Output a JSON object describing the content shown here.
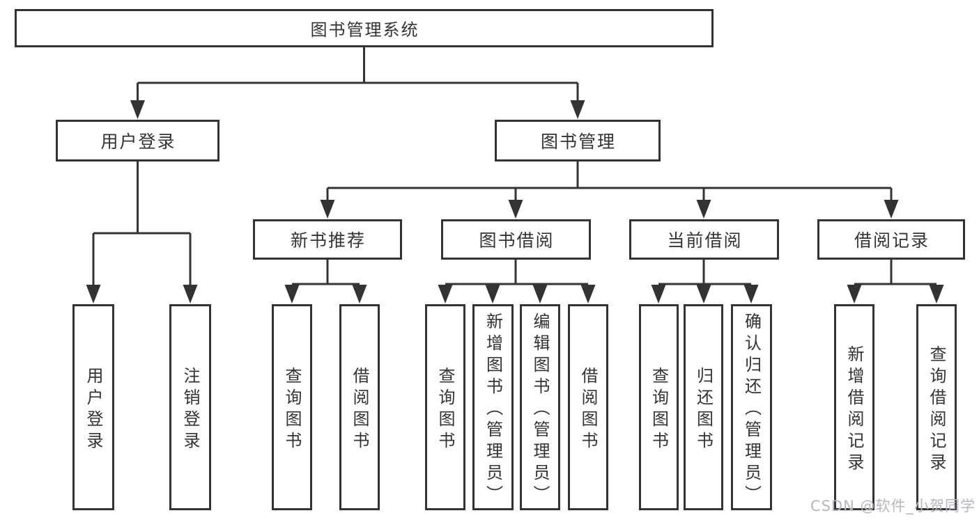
{
  "colors": {
    "line": "#333333",
    "box_border": "#333333",
    "text": "#333333",
    "background": "#ffffff",
    "watermark": "#b3b8bf"
  },
  "watermark": "CSDN @软件_小贺同学",
  "tree": {
    "root": {
      "label": "图书管理系统"
    },
    "branches": [
      {
        "label": "用户登录",
        "children": [
          {
            "label": "用户登录"
          },
          {
            "label": "注销登录"
          }
        ]
      },
      {
        "label": "图书管理",
        "children": [
          {
            "label": "新书推荐",
            "children": [
              {
                "label": "查询图书"
              },
              {
                "label": "借阅图书"
              }
            ]
          },
          {
            "label": "图书借阅",
            "children": [
              {
                "label": "查询图书"
              },
              {
                "label": "新增图书（管理员）"
              },
              {
                "label": "编辑图书（管理员）"
              },
              {
                "label": "借阅图书"
              }
            ]
          },
          {
            "label": "当前借阅",
            "children": [
              {
                "label": "查询图书"
              },
              {
                "label": "归还图书"
              },
              {
                "label": "确认归还（管理员）"
              }
            ]
          },
          {
            "label": "借阅记录",
            "children": [
              {
                "label": "新增借阅记录"
              },
              {
                "label": "查询借阅记录"
              }
            ]
          }
        ]
      }
    ]
  }
}
